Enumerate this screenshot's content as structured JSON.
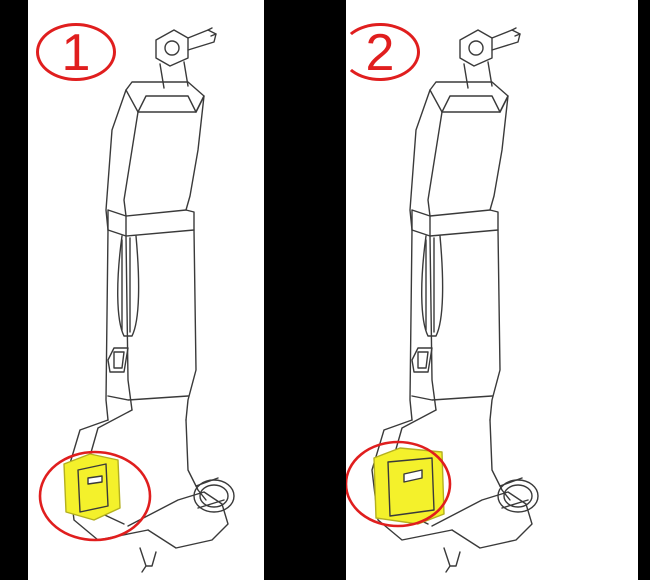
{
  "colors": {
    "background": "#000000",
    "panel": "#ffffff",
    "line": "#3a3a3a",
    "callout": "#e01e1e",
    "highlight": "#f4f12b"
  },
  "variants": [
    {
      "id": "1",
      "label": "1"
    },
    {
      "id": "2",
      "label": "2"
    }
  ]
}
